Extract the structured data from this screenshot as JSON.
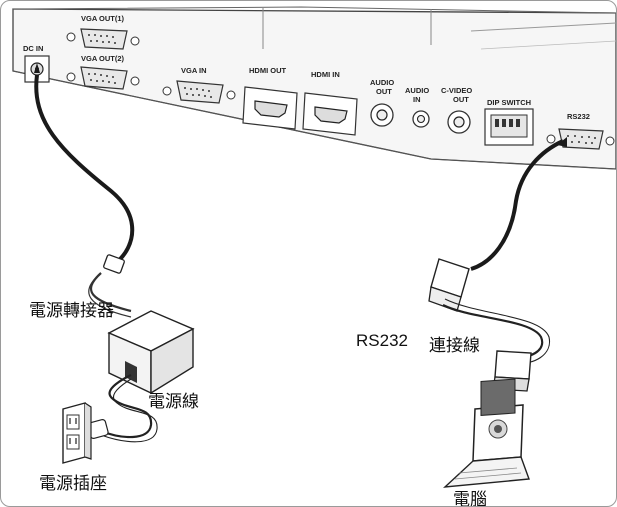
{
  "ports": {
    "dc_in": "DC IN",
    "vga_out1": "VGA OUT(1)",
    "vga_out2": "VGA OUT(2)",
    "vga_in": "VGA IN",
    "hdmi_out": "HDMI OUT",
    "hdmi_in": "HDMI IN",
    "audio_out_1": "AUDIO",
    "audio_out_2": "OUT",
    "audio_in_1": "AUDIO",
    "audio_in_2": "IN",
    "cvideo_out_1": "C-VIDEO",
    "cvideo_out_2": "OUT",
    "dip_switch": "DIP SWITCH",
    "rs232": "RS232"
  },
  "labels": {
    "power_adapter": "電源轉接器",
    "power_cord": "電源線",
    "power_outlet": "電源插座",
    "rs232_prefix": "RS232",
    "rs232_suffix": "連接線",
    "computer": "電腦"
  },
  "colors": {
    "cable": "#1a1a1a",
    "outline": "#333333",
    "panel_fill": "#f4f4f4"
  }
}
